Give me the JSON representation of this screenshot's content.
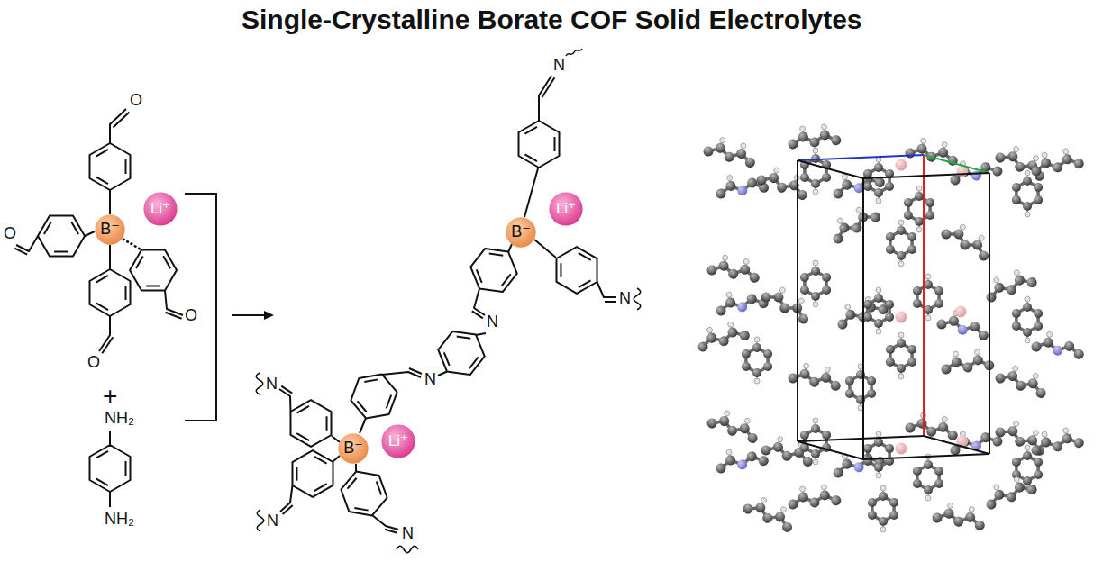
{
  "diagram": {
    "title": "Single-Crystalline Borate COF Solid Electrolytes",
    "nodes": [
      {
        "text": [
          "B⁻"
        ]
      },
      {
        "text": [
          "Li⁺"
        ]
      },
      {
        "text": [
          "B⁻"
        ]
      },
      {
        "text": [
          "Li⁺"
        ]
      },
      {
        "text": [
          "B⁻"
        ]
      },
      {
        "text": [
          "Li⁺"
        ]
      }
    ],
    "labels": [
      "O",
      "O",
      "O",
      "O",
      "+",
      "NH₂",
      "NH₂",
      "N",
      "N",
      "N",
      "N",
      "N",
      "N",
      "N"
    ]
  }
}
